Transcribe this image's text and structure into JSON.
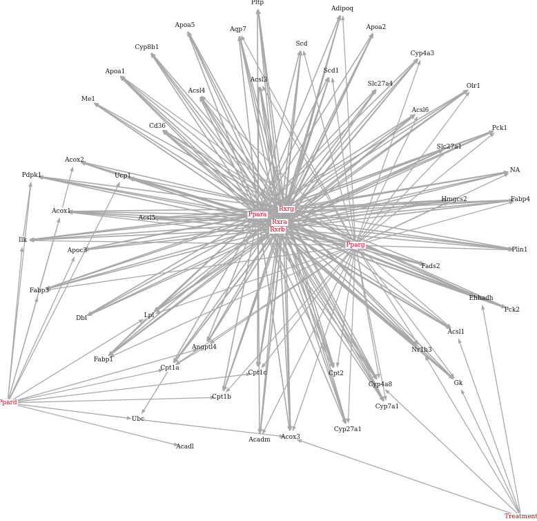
{
  "colors": {
    "edge": "#a8a8a8",
    "regulator": "#d0021b",
    "text": "#111111",
    "background": "#ffffff"
  },
  "nodes": [
    {
      "id": "Pltp",
      "label": "Pltp"
    },
    {
      "id": "Adipoq",
      "label": "Adipoq"
    },
    {
      "id": "Apoa5",
      "label": "Apoa5"
    },
    {
      "id": "Aqp7",
      "label": "Aqp7"
    },
    {
      "id": "Apoa2",
      "label": "Apoa2"
    },
    {
      "id": "Scd",
      "label": "Scd"
    },
    {
      "id": "Cyp8b1",
      "label": "Cyp8b1"
    },
    {
      "id": "Cyp4a3",
      "label": "Cyp4a3"
    },
    {
      "id": "Scd1",
      "label": "Scd1"
    },
    {
      "id": "Apoa1",
      "label": "Apoa1"
    },
    {
      "id": "Acsl3",
      "label": "Acsl3"
    },
    {
      "id": "Slc27a4",
      "label": "Slc27a4"
    },
    {
      "id": "Olr1",
      "label": "Olr1"
    },
    {
      "id": "Acsl4",
      "label": "Acsl4"
    },
    {
      "id": "Me1",
      "label": "Me1"
    },
    {
      "id": "Acsl6",
      "label": "Acsl6"
    },
    {
      "id": "Cd36",
      "label": "Cd36"
    },
    {
      "id": "Pck1",
      "label": "Pck1"
    },
    {
      "id": "Slc27a1",
      "label": "Slc27a1"
    },
    {
      "id": "Acox2",
      "label": "Acox2"
    },
    {
      "id": "NA",
      "label": "NA"
    },
    {
      "id": "Pdpk1",
      "label": "Pdpk1"
    },
    {
      "id": "Ucp1",
      "label": "Ucp1"
    },
    {
      "id": "Fabp4",
      "label": "Fabp4"
    },
    {
      "id": "Hmgcs2",
      "label": "Hmgcs2"
    },
    {
      "id": "Rxrg",
      "label": "Rxrg",
      "regulator": true
    },
    {
      "id": "Ppara",
      "label": "Ppara",
      "regulator": true
    },
    {
      "id": "Acox1",
      "label": "Acox1"
    },
    {
      "id": "Acsl5",
      "label": "Acsl5"
    },
    {
      "id": "Rxra",
      "label": "Rxra",
      "regulator": true
    },
    {
      "id": "Rxrb",
      "label": "Rxrb",
      "regulator": true
    },
    {
      "id": "Ilk",
      "label": "Ilk"
    },
    {
      "id": "Pparg",
      "label": "Pparg",
      "regulator": true
    },
    {
      "id": "Apoc3",
      "label": "Apoc3"
    },
    {
      "id": "Plin1",
      "label": "Plin1"
    },
    {
      "id": "Fads2",
      "label": "Fads2"
    },
    {
      "id": "Fabp3",
      "label": "Fabp3"
    },
    {
      "id": "Ehhadh",
      "label": "Ehhadh"
    },
    {
      "id": "Pck2",
      "label": "Pck2"
    },
    {
      "id": "Dbi",
      "label": "Dbi"
    },
    {
      "id": "Lpl",
      "label": "Lpl"
    },
    {
      "id": "Acsl1",
      "label": "Acsl1"
    },
    {
      "id": "Nr1h3",
      "label": "Nr1h3"
    },
    {
      "id": "Angptl4",
      "label": "Angptl4"
    },
    {
      "id": "Fabp1",
      "label": "Fabp1"
    },
    {
      "id": "Cpt1a",
      "label": "Cpt1a"
    },
    {
      "id": "Cpt1c",
      "label": "Cpt1c"
    },
    {
      "id": "Cpt2",
      "label": "Cpt2"
    },
    {
      "id": "Cyp4a8",
      "label": "Cyp4a8"
    },
    {
      "id": "Gk",
      "label": "Gk"
    },
    {
      "id": "Ppard",
      "label": "Ppard",
      "regulator": true
    },
    {
      "id": "Cpt1b",
      "label": "Cpt1b"
    },
    {
      "id": "Cyp7a1",
      "label": "Cyp7a1"
    },
    {
      "id": "Ubc",
      "label": "Ubc"
    },
    {
      "id": "Cyp27a1",
      "label": "Cyp27a1"
    },
    {
      "id": "Acadm",
      "label": "Acadm"
    },
    {
      "id": "Acox3",
      "label": "Acox3"
    },
    {
      "id": "Acadl",
      "label": "Acadl"
    },
    {
      "id": "Treatment",
      "label": "Treatment",
      "regulator": true
    }
  ],
  "hub_regulators": [
    "Ppara",
    "Rxrg",
    "Rxra",
    "Rxrb"
  ],
  "hub_targets": [
    "Pltp",
    "Adipoq",
    "Apoa5",
    "Aqp7",
    "Apoa2",
    "Scd",
    "Cyp8b1",
    "Cyp4a3",
    "Scd1",
    "Apoa1",
    "Acsl3",
    "Slc27a4",
    "Olr1",
    "Acsl4",
    "Me1",
    "Acsl6",
    "Cd36",
    "Pck1",
    "Slc27a1",
    "Acox2",
    "NA",
    "Pdpk1",
    "Ucp1",
    "Fabp4",
    "Hmgcs2",
    "Acox1",
    "Acsl5",
    "Ilk",
    "Apoc3",
    "Plin1",
    "Fads2",
    "Fabp3",
    "Ehhadh",
    "Pck2",
    "Dbi",
    "Lpl",
    "Acsl1",
    "Nr1h3",
    "Angptl4",
    "Fabp1",
    "Cpt1a",
    "Cpt1c",
    "Cpt2",
    "Cyp4a8",
    "Gk",
    "Cpt1b",
    "Cyp7a1",
    "Cyp27a1",
    "Acadm",
    "Acox3"
  ],
  "pparg_targets": [
    "Adipoq",
    "Scd",
    "Scd1",
    "Aqp7",
    "Acsl3",
    "Cyp4a3",
    "Olr1",
    "Acsl6",
    "Pck1",
    "Slc27a1",
    "NA",
    "Fabp4",
    "Hmgcs2",
    "Plin1",
    "Fads2",
    "Ehhadh",
    "Pck2",
    "Acsl1",
    "Nr1h3",
    "Gk",
    "Cyp4a8",
    "Cyp7a1",
    "Cyp27a1",
    "Cpt2",
    "Acox3",
    "Angptl4",
    "Cpt1a",
    "Lpl",
    "Fabp3",
    "Ilk",
    "Acox1",
    "Ucp1",
    "Pdpk1",
    "Cd36",
    "Apoa1",
    "Acsl4",
    "Fabp1",
    "Cpt1c",
    "Cpt1b",
    "Acadm"
  ],
  "extra_edges": [
    [
      "Ppard",
      "Ilk"
    ],
    [
      "Ppard",
      "Pdpk1"
    ],
    [
      "Ppard",
      "Fabp3"
    ],
    [
      "Ppard",
      "Acox1"
    ],
    [
      "Ppard",
      "Cpt1a"
    ],
    [
      "Ppard",
      "Cpt1b"
    ],
    [
      "Ppard",
      "Cpt1c"
    ],
    [
      "Ppard",
      "Ubc"
    ],
    [
      "Ppard",
      "Acadl"
    ],
    [
      "Ppard",
      "Lpl"
    ],
    [
      "Ppard",
      "Angptl4"
    ],
    [
      "Ppard",
      "Ucp1"
    ],
    [
      "Ppard",
      "Apoc3"
    ],
    [
      "Treatment",
      "Acox3"
    ],
    [
      "Treatment",
      "Cyp4a8"
    ],
    [
      "Treatment",
      "Nr1h3"
    ],
    [
      "Treatment",
      "Acsl1"
    ],
    [
      "Treatment",
      "Ehhadh"
    ],
    [
      "Treatment",
      "Gk"
    ],
    [
      "Fabp3",
      "Acox1"
    ],
    [
      "Ilk",
      "Pdpk1"
    ],
    [
      "Acox1",
      "Acox2"
    ],
    [
      "Lpl",
      "Fabp1"
    ],
    [
      "Cpt1a",
      "Ubc"
    ],
    [
      "Ubc",
      "Acox3"
    ],
    [
      "Angptl4",
      "Cpt1a"
    ],
    [
      "Dbi",
      "Ppara"
    ],
    [
      "Pparg",
      "Rxra"
    ]
  ]
}
